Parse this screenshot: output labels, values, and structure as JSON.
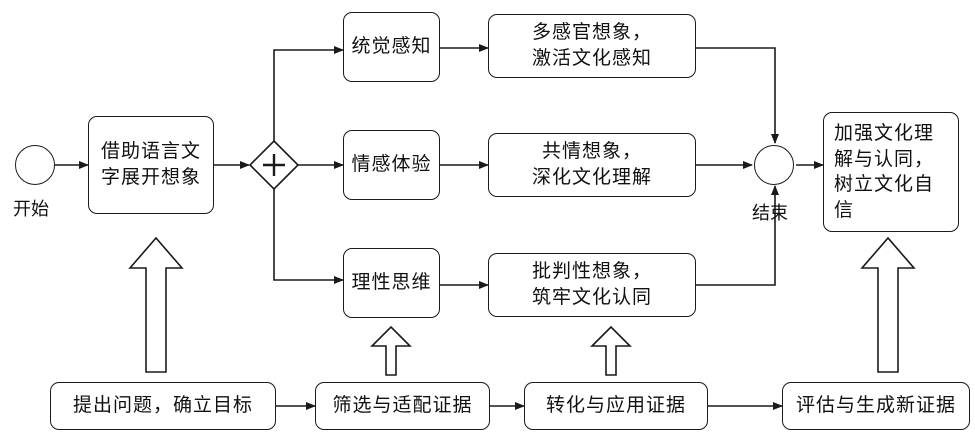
{
  "nodes": {
    "start_label": "开始",
    "end_label": "结束",
    "express": "借助语言文\n字展开想象",
    "perception": "统觉感知",
    "emotion": "情感体验",
    "rational": "理性思维",
    "multisensory": "多感官想象，\n激活文化感知",
    "empathy": "共情想象，\n深化文化理解",
    "critical": "批判性想象，\n筑牢文化认同",
    "goal": "加强文化理\n解与认同，\n树立文化自\n信"
  },
  "evidence_steps": {
    "pose": "提出问题，确立目标",
    "select": "筛选与适配证据",
    "transform": "转化与应用证据",
    "evaluate": "评估与生成新证据"
  },
  "gateway_symbol": "+"
}
